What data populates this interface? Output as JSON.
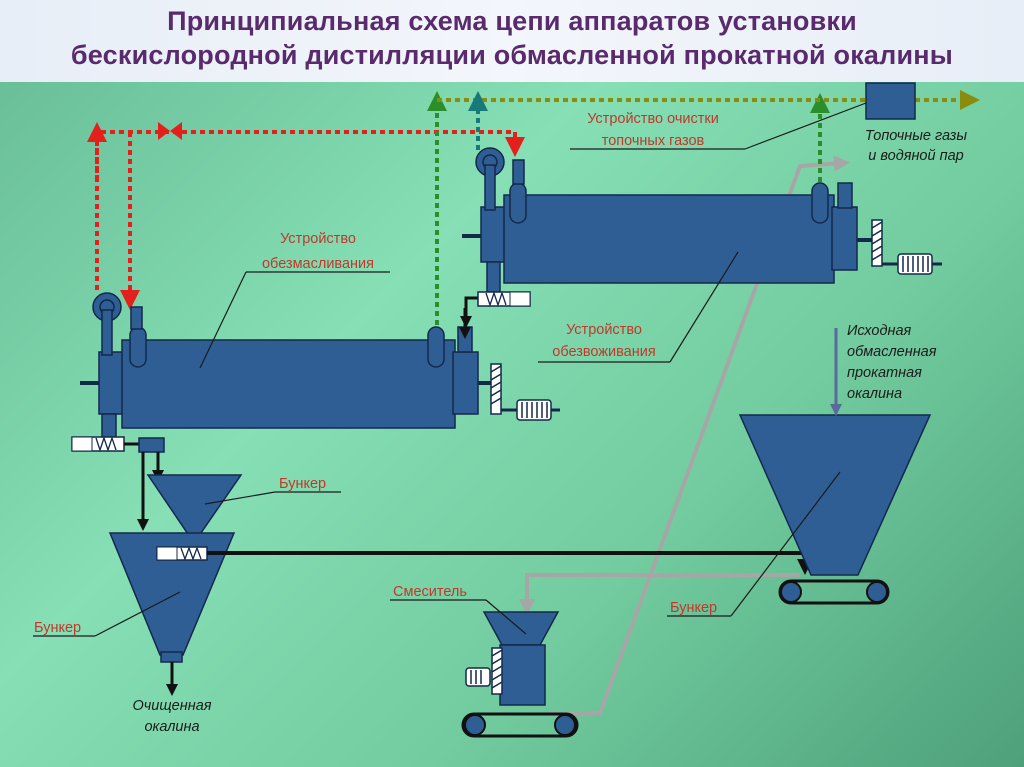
{
  "title": {
    "line1": "Принципиальная схема цепи аппаратов установки",
    "line2": "бескислородной дистилляции обмасленной прокатной окалины"
  },
  "labels": {
    "deoiling": [
      "Устройство",
      "обезмасливания"
    ],
    "dewatering": [
      "Устройство",
      "обезвоживания"
    ],
    "gas_cleaning": [
      "Устройство очистки",
      "топочных газов"
    ],
    "flue_gases": [
      "Топочные газы",
      "и водяной пар"
    ],
    "source_scale": [
      "Исходная",
      "обмасленная",
      "прокатная",
      "окалина"
    ],
    "bunker_upper": "Бункер",
    "bunker_left": "Бункер",
    "bunker_right": "Бункер",
    "mixer": "Смеситель",
    "cleaned_scale": [
      "Очищенная",
      "окалина"
    ]
  },
  "colors": {
    "apparatus": "#2e5e94",
    "outline": "#13294a",
    "hot_gas_line": "#e3201b",
    "green_line": "#2a8f2a",
    "olive_line": "#8a8c10",
    "teal_line": "#167a7a",
    "conveyor_line": "#a6a6a6",
    "label_red": "#c0392b",
    "title": "#5a2a6e"
  }
}
